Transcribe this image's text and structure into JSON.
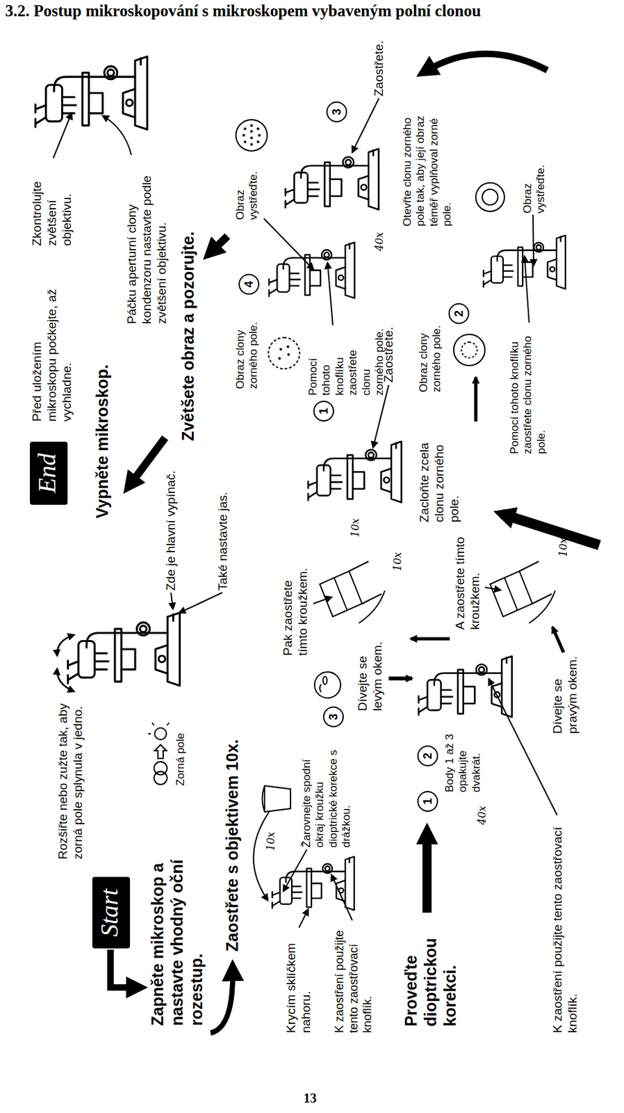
{
  "diagram": {
    "title": "3.2. Postup mikroskopování s mikroskopem vybaveným polní clonou",
    "nodes": [
      {
        "text": [
          "Start"
        ]
      },
      {
        "text": [
          "End"
        ]
      }
    ],
    "labels": [
      "Rozšiřte nebo zužte tak, aby zorná pole splynula v jedno.",
      "Zapněte mikroskop a nastavte vhodný oční rozestup.",
      "Zorná pole",
      "Zde je hlavní vypínač.",
      "Také nastavte jas.",
      "Zaostřete s objektivem 10x.",
      "Krycím sklíčkem nahoru.",
      "10x",
      "Žarovnejte spodní okraj kroužku dioptrické korekce s drážkou.",
      "K zaostření použijte tento zaostřovací knoflík.",
      "Proveďte dioptrickou korekci.",
      "1",
      "40x",
      "Body 1 až 3 opakujte dvakrát.",
      "2",
      "K zaostření použijte tento zaostřovací knoflík.",
      "3",
      "Dívejte se levým okem.",
      "Pak zaostřete tímto kroužkem.",
      "10x",
      "A zaostřete tímto kroužkem.",
      "Dívejte se pravým okem.",
      "10x",
      "Vypněte mikroskop.",
      "Před uložením mikroskopu počkejte, až vychladne.",
      "Zkontrolujte zvětšení objektivu.",
      "Páčku aperturní clony kondenzoru nastavte podle zvětšení objektivu.",
      "Zvětšete obraz a pozorujte.",
      "1",
      "10x",
      "Zacloňte zcela clonu zorného pole.",
      "Zaostřete.",
      "Obraz clony zorného pole.",
      "2",
      "Pomocí tohoto knoflíku zaostřete clonu zorného pole.",
      "Obraz vystřeďte.",
      "3",
      "40x",
      "Zaostřete.",
      "Otevřte clonu zorného pole tak, aby její obraz téměř vyplňoval zorné pole.",
      "Obraz vystřeďte.",
      "4",
      "Obraz clony zorného pole.",
      "Pomocí tohoto knoflíku zaostřete clonu zorného pole.",
      "13"
    ]
  }
}
